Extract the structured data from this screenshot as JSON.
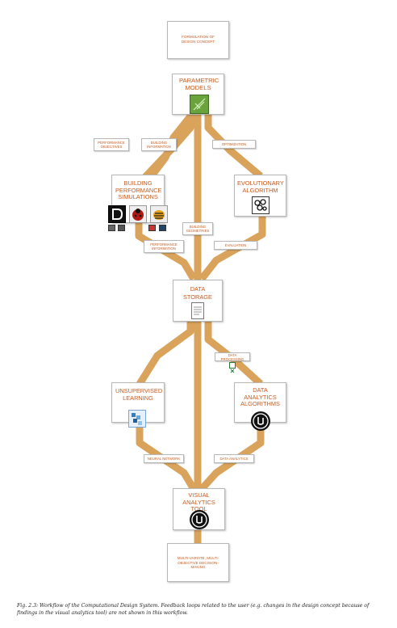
{
  "nodes": {
    "formulation": "FORMULATION OF DESIGN CONCEPT",
    "parametric": "PARAMETRIC MODELS",
    "building_sim": "BUILDING PERFORMANCE SIMULATIONS",
    "evolutionary": "EVOLUTIONARY ALGORITHM",
    "data_storage": "DATA STORAGE",
    "unsupervised": "UNSUPERVISED LEARNING",
    "data_analytics": "DATA ANALYTICS ALGORITHMS",
    "visual_tool": "VISUAL ANALYTICS TOOL",
    "decision": "MULTI-VARIATE, MULTI-OBJECTIVE DECISION-MAKING"
  },
  "labels": {
    "performance_objectives": "PERFORMANCE OBJECTIVES",
    "building_information": "BUILDING INFORMATION",
    "optimization": "OPTIMIZATION",
    "building_geometries": "BUILDING GEOMETRIES",
    "performance_information": "PERFORMANCE INFORMATION",
    "evaluation": "EVALUATION",
    "data_processing": "DATA PROCESSING",
    "neural_network": "NEURAL NETWORK",
    "data_analytics": "DATA ANALYTICS"
  },
  "caption": "Fig. 2.3: Workflow of the Computational Design System. Feedback loops related to the user (e.g. changes in the design concept because of findings in the visual analytics tool) are not shown in this workflow.",
  "colors": {
    "connector": "#d9a35c",
    "title_text": "#c85a1e",
    "box_border": "#b7b7b7"
  },
  "icons": [
    "grasshopper-icon",
    "daysim-icon",
    "ladybug-icon",
    "honeybee-icon",
    "galapagos-icon",
    "document-icon",
    "som-icon",
    "unreal-icon",
    "excel-icon"
  ]
}
